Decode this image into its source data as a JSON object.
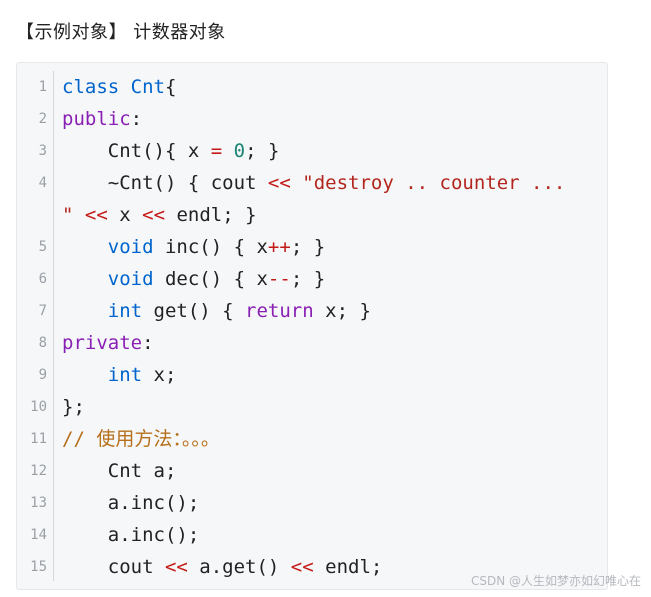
{
  "heading": "【示例对象】 计数器对象",
  "watermark": "CSDN @人生如梦亦如幻唯心在",
  "colors": {
    "keyword_blue": "#0064cd",
    "keyword_purple": "#8a1fb3",
    "operator_red": "#c41a16",
    "number_teal": "#1c8473",
    "string_red": "#b3261e",
    "comment_orange": "#b6701b"
  },
  "code_lines": [
    {
      "n": "1",
      "tokens": [
        [
          "class ",
          "kw-blue"
        ],
        [
          "Cnt",
          "kw-blue"
        ],
        [
          "{",
          ""
        ]
      ]
    },
    {
      "n": "2",
      "tokens": [
        [
          "public",
          "kw-purple"
        ],
        [
          ":",
          ""
        ]
      ]
    },
    {
      "n": "3",
      "tokens": [
        [
          "    Cnt(){ x ",
          ""
        ],
        [
          "=",
          "op-red"
        ],
        [
          " ",
          ""
        ],
        [
          "0",
          "num-teal"
        ],
        [
          "; }",
          ""
        ]
      ]
    },
    {
      "n": "4",
      "tokens": [
        [
          "    ~Cnt() { cout ",
          ""
        ],
        [
          "<<",
          "op-red"
        ],
        [
          " ",
          ""
        ],
        [
          "\"destroy .. counter ...",
          "str-red"
        ]
      ]
    },
    {
      "n": "",
      "tokens": [
        [
          "\"",
          "str-red"
        ],
        [
          " ",
          ""
        ],
        [
          "<<",
          "op-red"
        ],
        [
          " x ",
          ""
        ],
        [
          "<<",
          "op-red"
        ],
        [
          " endl; }",
          ""
        ]
      ]
    },
    {
      "n": "5",
      "tokens": [
        [
          "    ",
          ""
        ],
        [
          "void",
          "kw-blue"
        ],
        [
          " inc() { x",
          ""
        ],
        [
          "++",
          "op-red"
        ],
        [
          "; }",
          ""
        ]
      ]
    },
    {
      "n": "6",
      "tokens": [
        [
          "    ",
          ""
        ],
        [
          "void",
          "kw-blue"
        ],
        [
          " dec() { x",
          ""
        ],
        [
          "--",
          "op-red"
        ],
        [
          "; }",
          ""
        ]
      ]
    },
    {
      "n": "7",
      "tokens": [
        [
          "    ",
          ""
        ],
        [
          "int",
          "kw-blue"
        ],
        [
          " get() { ",
          ""
        ],
        [
          "return",
          "kw-purple"
        ],
        [
          " x; }",
          ""
        ]
      ]
    },
    {
      "n": "8",
      "tokens": [
        [
          "private",
          "kw-purple"
        ],
        [
          ":",
          ""
        ]
      ]
    },
    {
      "n": "9",
      "tokens": [
        [
          "    ",
          ""
        ],
        [
          "int",
          "kw-blue"
        ],
        [
          " x;",
          ""
        ]
      ]
    },
    {
      "n": "10",
      "tokens": [
        [
          "};",
          ""
        ]
      ]
    },
    {
      "n": "11",
      "tokens": [
        [
          "// 使用方法：。。。",
          "comment"
        ]
      ]
    },
    {
      "n": "12",
      "tokens": [
        [
          "    Cnt a;",
          ""
        ]
      ]
    },
    {
      "n": "13",
      "tokens": [
        [
          "    a.inc();",
          ""
        ]
      ]
    },
    {
      "n": "14",
      "tokens": [
        [
          "    a.inc();",
          ""
        ]
      ]
    },
    {
      "n": "15",
      "tokens": [
        [
          "    cout ",
          ""
        ],
        [
          "<<",
          "op-red"
        ],
        [
          " a.get() ",
          ""
        ],
        [
          "<<",
          "op-red"
        ],
        [
          " endl;",
          ""
        ]
      ]
    }
  ]
}
